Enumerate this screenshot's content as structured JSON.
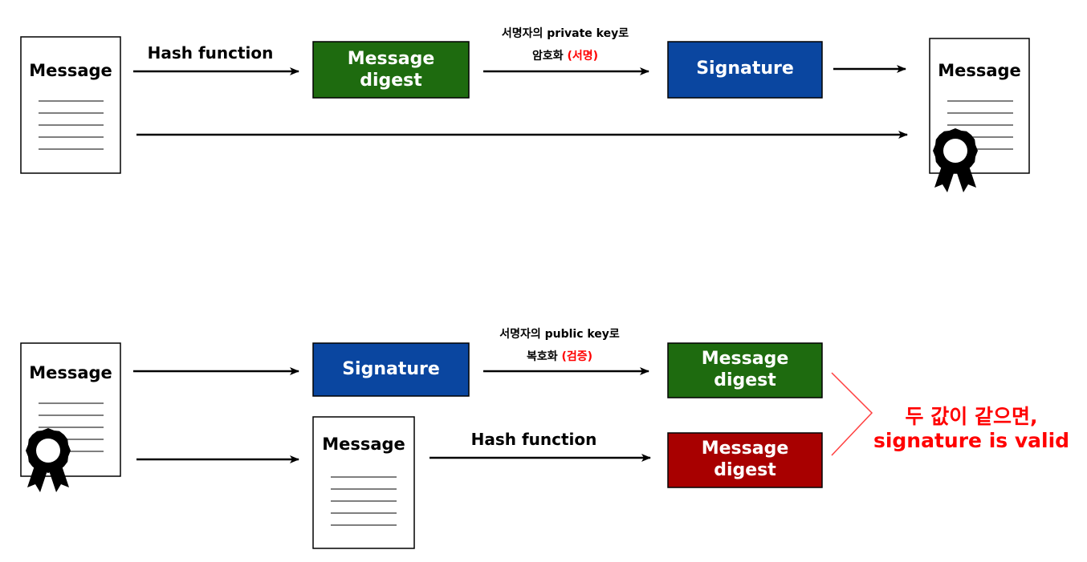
{
  "colors": {
    "digest_green": "#1e6b0f",
    "signature_blue": "#0a46a0",
    "digest_red": "#a80000",
    "highlight_red": "#ff0000"
  },
  "signing": {
    "message_doc": "Message",
    "hash_label": "Hash function",
    "digest_box": [
      "Message",
      "digest"
    ],
    "encrypt_label_line1": "서명자의 private key로",
    "encrypt_label_line2": "암호화",
    "encrypt_label_paren": "(서명)",
    "signature_box": "Signature",
    "signed_doc": "Message"
  },
  "verification": {
    "signed_doc": "Message",
    "signature_box": "Signature",
    "decrypt_label_line1": "서명자의 public key로",
    "decrypt_label_line2": "복호화",
    "decrypt_label_paren": "(검증)",
    "digest_box_green": [
      "Message",
      "digest"
    ],
    "message_doc": "Message",
    "hash_label": "Hash function",
    "digest_box_red": [
      "Message",
      "digest"
    ],
    "result_line1": "두 값이 같으면,",
    "result_line2": "signature is valid"
  },
  "icons": {
    "seal": "award-seal-icon",
    "arrow": "arrow-right-icon",
    "brace": "right-brace-icon"
  }
}
